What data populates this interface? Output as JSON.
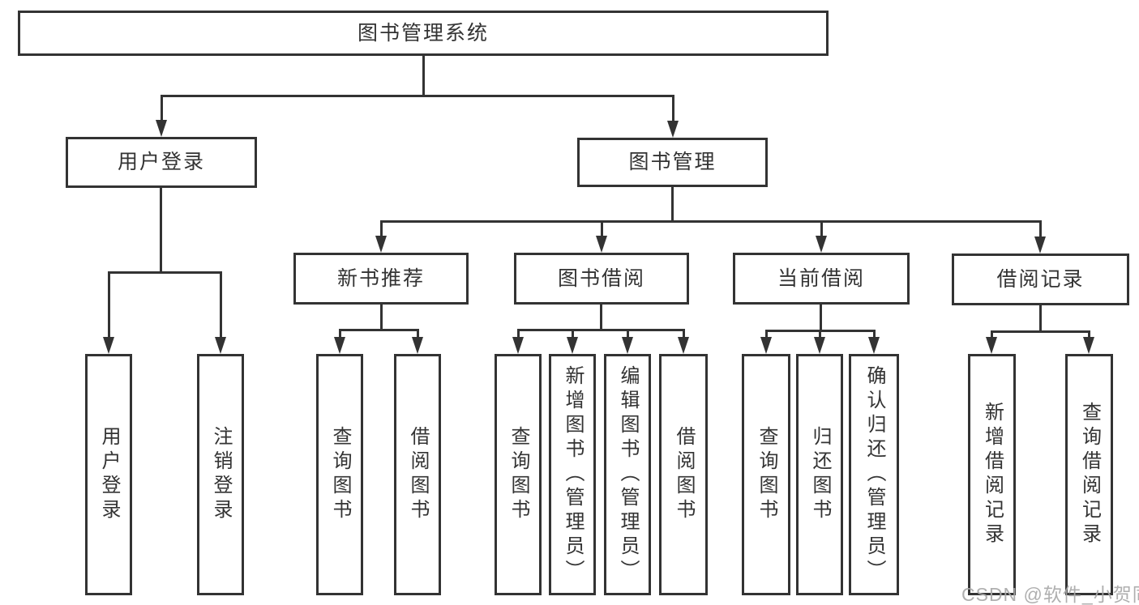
{
  "diagram": {
    "root": {
      "label": "图书管理系统",
      "children": [
        {
          "label": "用户登录",
          "children": [
            {
              "label": "用户登录"
            },
            {
              "label": "注销登录"
            }
          ]
        },
        {
          "label": "图书管理",
          "children": [
            {
              "label": "新书推荐",
              "children": [
                {
                  "label": "查询图书"
                },
                {
                  "label": "借阅图书"
                }
              ]
            },
            {
              "label": "图书借阅",
              "children": [
                {
                  "label": "查询图书"
                },
                {
                  "label": "新增图书（管理员）"
                },
                {
                  "label": "编辑图书（管理员）"
                },
                {
                  "label": "借阅图书"
                }
              ]
            },
            {
              "label": "当前借阅",
              "children": [
                {
                  "label": "查询图书"
                },
                {
                  "label": "归还图书"
                },
                {
                  "label": "确认归还（管理员）"
                }
              ]
            },
            {
              "label": "借阅记录",
              "children": [
                {
                  "label": "新增借阅记录"
                },
                {
                  "label": "查询借阅记录"
                }
              ]
            }
          ]
        }
      ]
    },
    "watermark": "CSDN @软件_小贺同学",
    "colors": {
      "line": "#333333",
      "text": "#333333",
      "background": "#ffffff",
      "watermark": "#a8a8a8"
    }
  }
}
